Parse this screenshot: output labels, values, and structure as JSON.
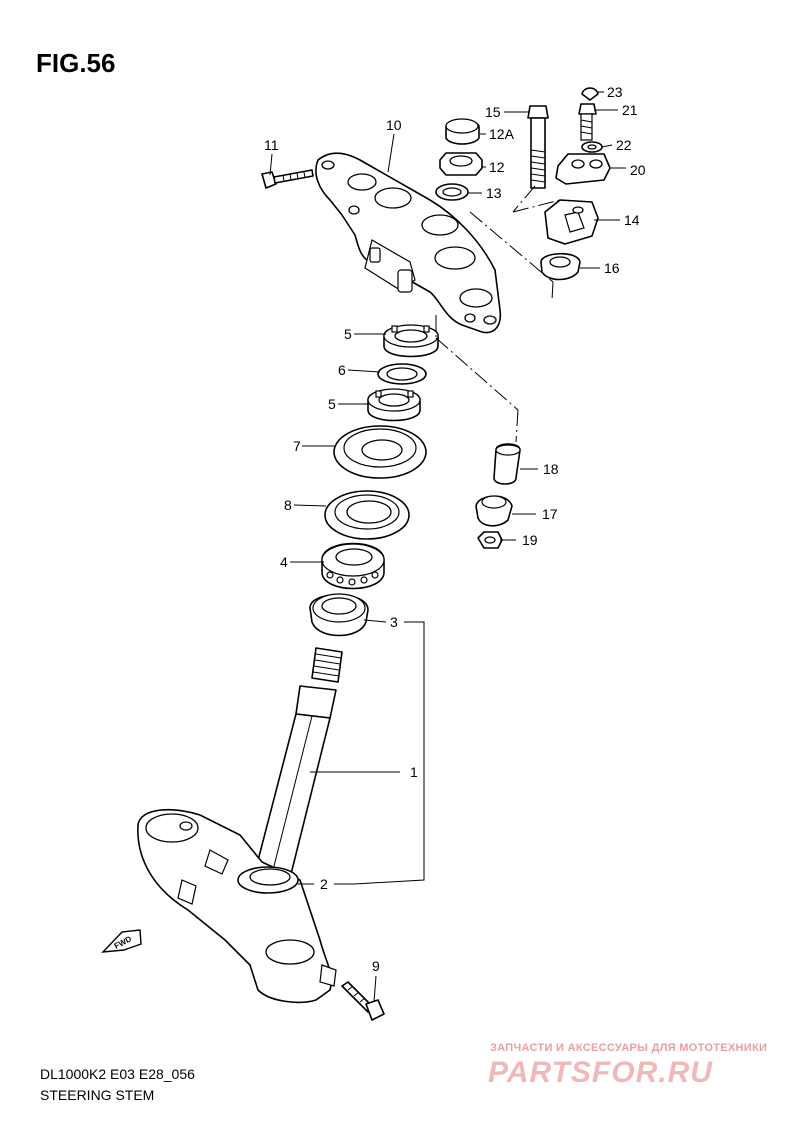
{
  "figure": {
    "title": "FIG.56",
    "model_code": "DL1000K2 E03 E28_056",
    "section_title": "STEERING STEM"
  },
  "part_labels": {
    "p1": "1",
    "p2": "2",
    "p3": "3",
    "p4": "4",
    "p5a": "5",
    "p5b": "5",
    "p6": "6",
    "p7": "7",
    "p8": "8",
    "p9": "9",
    "p10": "10",
    "p11": "11",
    "p12": "12",
    "p12a": "12A",
    "p13": "13",
    "p14": "14",
    "p15": "15",
    "p16": "16",
    "p17": "17",
    "p18": "18",
    "p19": "19",
    "p20": "20",
    "p21": "21",
    "p22": "22",
    "p23": "23"
  },
  "fwd_marker": "FWD",
  "watermark": {
    "tagline": "ЗАПЧАСТИ И АКСЕССУАРЫ ДЛЯ МОТОТЕХНИКИ",
    "logo": "PARTSFOR.RU"
  }
}
